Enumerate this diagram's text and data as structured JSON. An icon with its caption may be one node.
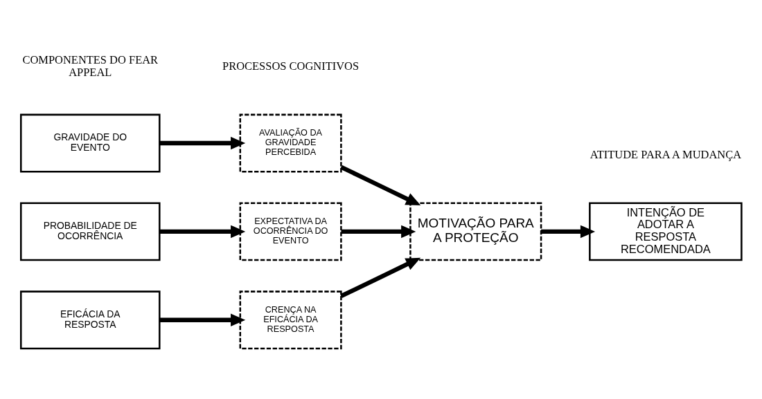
{
  "diagram": {
    "nodes": [
      {
        "text": [
          "GRAVIDADE DO EVENTO"
        ]
      },
      {
        "text": [
          "PROBABILIDADE DE OCORRÊNCIA"
        ]
      },
      {
        "text": [
          "EFICÁCIA DA RESPOSTA"
        ]
      },
      {
        "text": [
          "AVALIAÇÃO DA GRAVIDADE PERCEBIDA"
        ]
      },
      {
        "text": [
          "EXPECTATIVA DA OCORRÊNCIA DO EVENTO"
        ]
      },
      {
        "text": [
          "CRENÇA NA EFICÁCIA DA RESPOSTA"
        ]
      },
      {
        "text": [
          "MOTIVAÇÃO PARA A PROTEÇÃO"
        ]
      },
      {
        "text": [
          "INTENÇÃO DE ADOTAR A RESPOSTA RECOMENDADA"
        ]
      }
    ],
    "edges": [
      {
        "from": 0,
        "to": 3,
        "arrow": "to"
      },
      {
        "from": 1,
        "to": 4,
        "arrow": "to"
      },
      {
        "from": 2,
        "to": 5,
        "arrow": "to"
      },
      {
        "from": 3,
        "to": 6,
        "arrow": "to"
      },
      {
        "from": 4,
        "to": 6,
        "arrow": "to"
      },
      {
        "from": 5,
        "to": 6,
        "arrow": "to"
      },
      {
        "from": 6,
        "to": 7,
        "arrow": "to"
      }
    ],
    "labels": [
      "COMPONENTES DO FEAR APPEAL",
      "PROCESSOS COGNITIVOS",
      "ATITUDE PARA A MUDANÇA"
    ]
  }
}
